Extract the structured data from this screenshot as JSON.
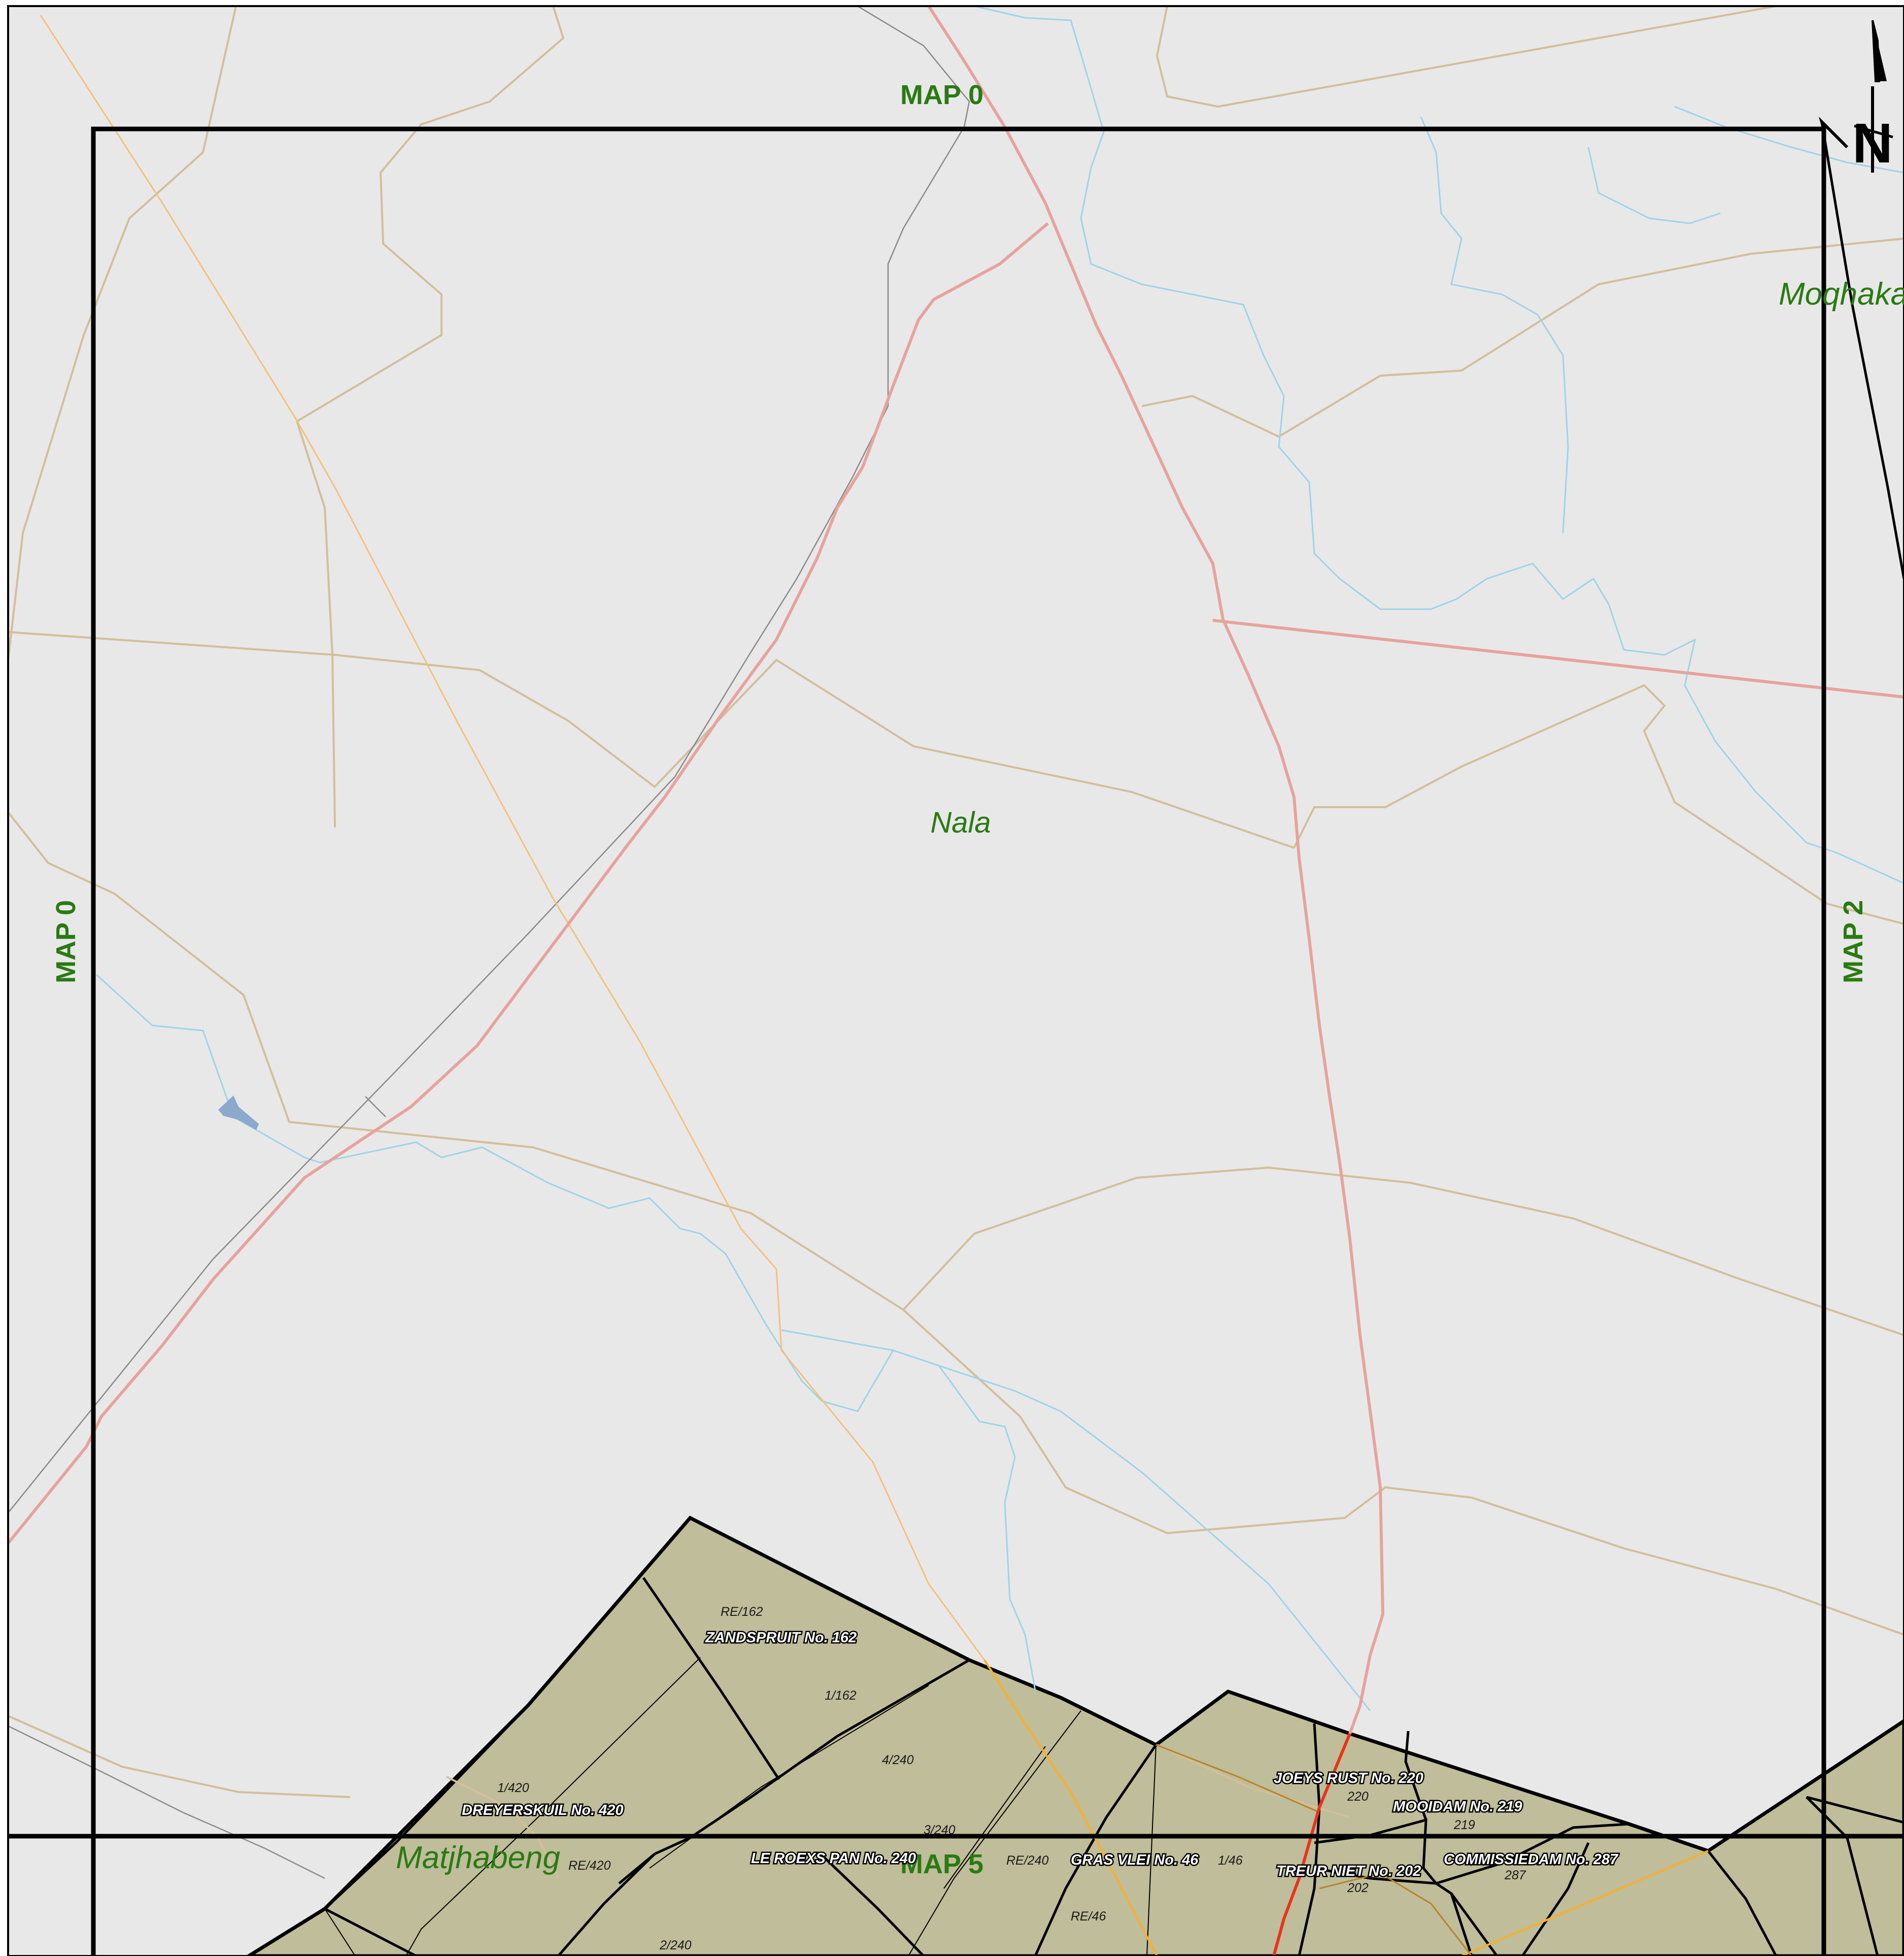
{
  "sheet_labels": {
    "top": "MAP 0",
    "left": "MAP 0",
    "right": "MAP 2",
    "bottom": "MAP 5"
  },
  "municipalities": {
    "center": "Nala",
    "top_right": "Moqhaka",
    "bottom_left": "Matjhabeng"
  },
  "farms": {
    "zandspruit": "ZANDSPRUIT No.  162",
    "dreyerskuil": "DREYERSKUIL No.  420",
    "le_roexs_pan": "LE ROEXS PAN No. 240",
    "gras_vlei": "GRAS VLEI No.  46",
    "joeys_rust": "JOEYS RUST No.  220",
    "mooidam": "MOOIDAM No.  219",
    "treur_niet": "TREUR NIET No.  202",
    "commissiedam": "COMMISSIEDAM No.  287"
  },
  "parcels": {
    "re_162": "RE/162",
    "p1_162": "1/162",
    "p4_240": "4/240",
    "p1_420": "1/420",
    "re_420": "RE/420",
    "p3_240": "3/240",
    "re_240": "RE/240",
    "p1_46": "1/46",
    "re_46": "RE/46",
    "p2_240": "2/240",
    "n220": "220",
    "n219": "219",
    "n202": "202",
    "n287": "287"
  },
  "north_arrow": {
    "letter": "N",
    "icon": "north-arrow-icon"
  },
  "colors": {
    "background": "#e8e8e9",
    "cadastral_fill": "#bfbd9a",
    "main_road": "#e6a39c",
    "highway": "#e8341c",
    "river": "#9fd4e6",
    "boundary": "#d2bf9a",
    "railway": "#8a8a8a",
    "power_line": "#f3c27c",
    "label_green": "#2a7a12"
  }
}
